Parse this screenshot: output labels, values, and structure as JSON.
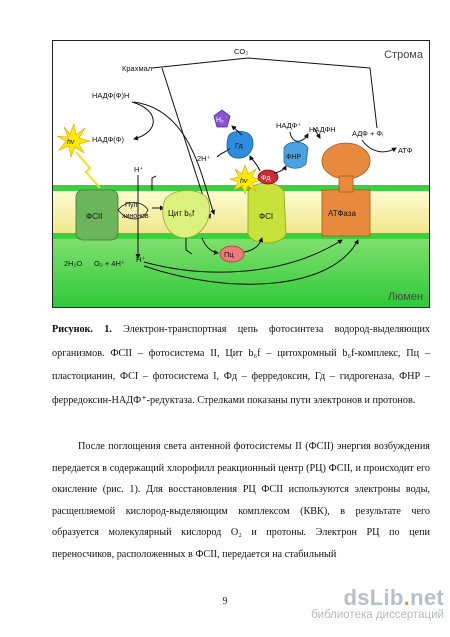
{
  "figure": {
    "stroma_label": "Строма",
    "lumen_label": "Люмен",
    "co2": "CO₂",
    "starch": "Крахмал",
    "nadph_top": "НАДФ(Ф)Н",
    "nadp_left": "НАДФ(Ф)",
    "h_plus_left": "H⁺",
    "hv1": "hv",
    "hv2": "hv",
    "h2": "H₂",
    "gd": "Гд",
    "two_h_plus": "2H⁺",
    "nadp_plus": "НАДФ⁺",
    "nadph": "НАДФН",
    "fnr": "ФНР",
    "fd": "Фд",
    "adp": "АДФ + Фᵢ",
    "atp": "АТФ",
    "psii": "ФСII",
    "pool": "Пул хинонов",
    "cyt": "Цит b₆f",
    "psi": "ФСI",
    "atpase": "АТФаза",
    "pc": "Пц",
    "water": "2H₂O",
    "o2": "O₂ + 4H⁺",
    "h_lumen": "H⁺"
  },
  "caption": {
    "bold": "Рисунок. 1.",
    "text": " Электрон-транспортная цепь фотосинтеза водород-выделяющих организмов. ФСII – фотосистема II, Цит b₆f – цитохромный b₆f-комплекс, Пц – пластоцианин, ФСI – фотосистема I, Фд – ферредоксин, Гд – гидрогеназа, ФНР – ферредоксин-НАДФ⁺-редуктаза. Стрелками показаны пути электронов и протонов."
  },
  "body": "После поглощения света антенной фотосистемы II (ФСII) энергия возбуждения передается в содержащий хлорофилл реакционный центр (РЦ) ФСII, и происходит его окисление (рис. 1). Для восстановления РЦ ФСII используются электроны воды, расщепляемой кислород-выделяющим комплексом (КВК), в результате чего образуется молекулярный кислород O₂ и протоны. Электрон РЦ по цепи переносчиков, расположенных в ФСII, передается на стабильный",
  "page_number": "9",
  "watermark": {
    "brand_a": "dsLib",
    "brand_dot": ".",
    "brand_b": "net",
    "sub": "библиотека диссертаций"
  },
  "colors": {
    "stroma": "#ffffff",
    "lumen": "#36d13a",
    "membrane": "#f3efa0",
    "psii": "#6ab35a",
    "cyt": "#d9f07a",
    "psi": "#c7e23a",
    "atpase": "#d9813d",
    "pc": "#f07a7a",
    "fd": "#cc2b3a",
    "gd": "#2f8de0",
    "fnr": "#4aa3e0",
    "h2": "#8a54d6"
  }
}
